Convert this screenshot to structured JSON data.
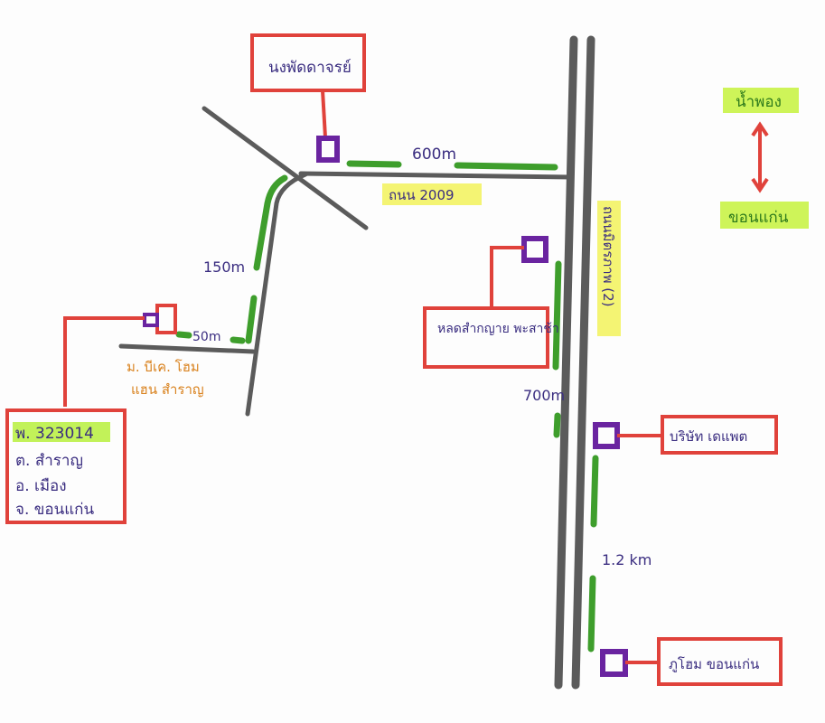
{
  "map": {
    "labels": {
      "temple": "นงพัดดาจรย์",
      "road_2009": "ถนน 2009",
      "main_road": "ถนนมิตรภาพ (2)",
      "laos_street": "หลดสำกญาย พะสาช้า",
      "home_area_1": "ม. บีเค. โฮม",
      "home_area_2": "แฮน สำราญ",
      "hospital": "บริษัท เดแพต",
      "khonkaen_home": "ภูโฮม ขอนแก่น"
    },
    "distances": {
      "d_600m": "600m",
      "d_150m": "150m",
      "d_50m": "50m",
      "d_700m": "700m",
      "d_1_2km": "1.2 km"
    },
    "address": {
      "line1": "พ. 323014",
      "line2": "ต. สำราญ",
      "line3": "อ. เมือง",
      "line4": "จ. ขอนแก่น"
    },
    "direction": {
      "north": "น้ำพอง",
      "south": "ขอนแก่น"
    },
    "colors": {
      "road": "#5b5b5b",
      "route": "#3e9e2c",
      "box": "#e0423b",
      "marker": "#6a24a0",
      "highlight": "#f2f25a",
      "text": "#3a2d80",
      "orange_text": "#d9821e"
    }
  }
}
